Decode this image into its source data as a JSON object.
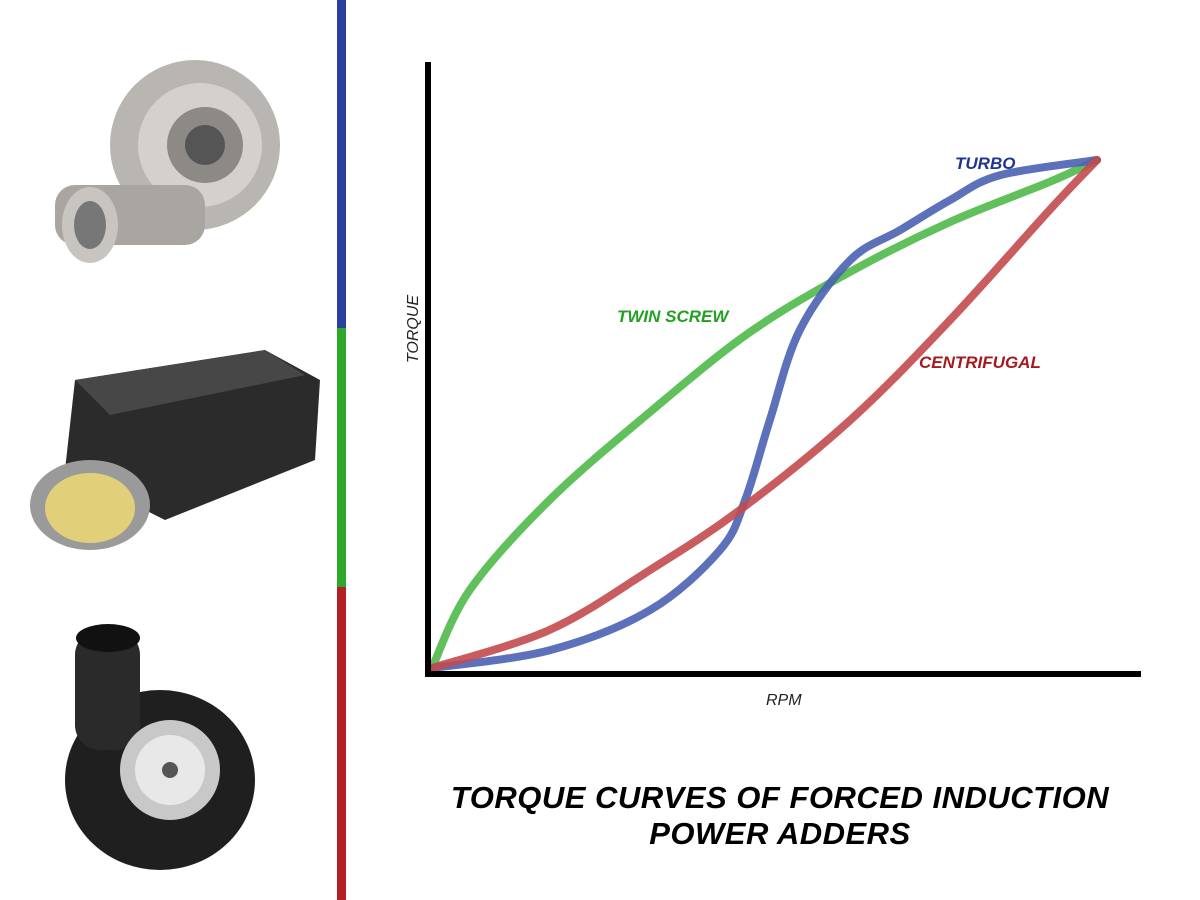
{
  "chart_data": {
    "type": "line",
    "title_line1": "TORQUE CURVES OF FORCED INDUCTION",
    "title_line2": "POWER ADDERS",
    "xlabel": "RPM",
    "ylabel": "TORQUE",
    "xlim": [
      0,
      107
    ],
    "ylim": [
      0,
      120
    ],
    "grid": false,
    "legend": "inline labels",
    "series": [
      {
        "name": "TWIN SCREW",
        "color": "#4fba4a",
        "label_color": "#22a022",
        "x": [
          0,
          5.7,
          17.7,
          32.8,
          47.8,
          62.9,
          77.9,
          92.9,
          100
        ],
        "y": [
          0,
          15.4,
          33.1,
          50.4,
          66.1,
          78.0,
          87.8,
          95.7,
          100
        ]
      },
      {
        "name": "TURBO",
        "color": "#4a62b3",
        "label_color": "#1e3590",
        "x": [
          0,
          17.7,
          32.8,
          43.3,
          47.1,
          50.8,
          55.3,
          62.9,
          70.4,
          77.9,
          85.4,
          100
        ],
        "y": [
          0,
          3.5,
          11.4,
          23.2,
          33.1,
          48.8,
          66.5,
          80.3,
          86.2,
          92.1,
          97.0,
          100
        ]
      },
      {
        "name": "CENTRIFUGAL",
        "color": "#c24a4c",
        "label_color": "#a51a1e",
        "x": [
          0,
          17.7,
          32.8,
          46.3,
          62.9,
          77.9,
          92.9,
          100
        ],
        "y": [
          0,
          7.5,
          19.3,
          31.1,
          48.8,
          68.5,
          90.2,
          100
        ]
      }
    ]
  },
  "colors": {
    "bar_turbo": "#2b3f9c",
    "bar_twin": "#2ea82a",
    "bar_centrifugal": "#b21f24"
  }
}
